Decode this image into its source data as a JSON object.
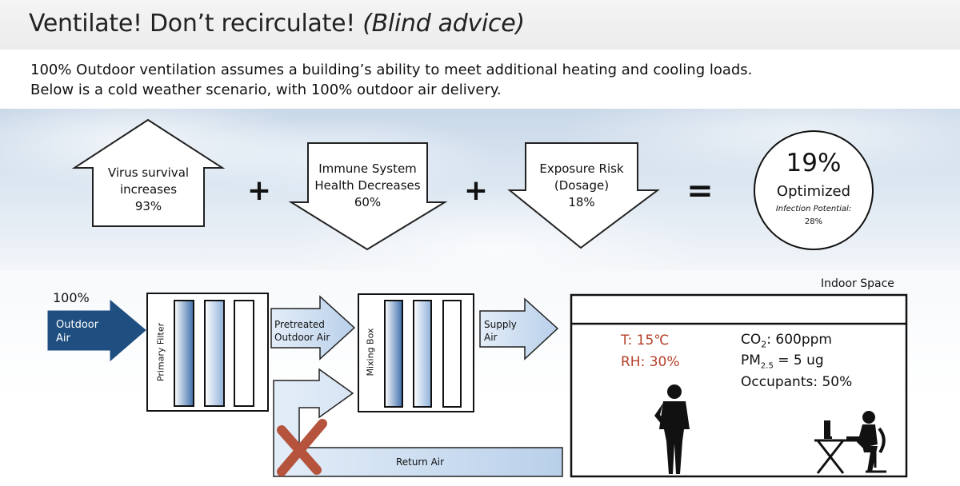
{
  "slide": {
    "title_main": "Ventilate! Don’t recirculate!",
    "title_sub": "(Blind advice)",
    "intro_line1": "100% Outdoor ventilation assumes a building’s ability to meet additional heating and cooling loads.",
    "intro_line2": "Below is a cold weather scenario, with 100% outdoor air delivery."
  },
  "equation": {
    "virus_line1": "Virus survival",
    "virus_line2": "increases",
    "virus_value": "93%",
    "plus1": "+",
    "immune_line1": "Immune System",
    "immune_line2": "Health Decreases",
    "immune_value": "60%",
    "plus2": "+",
    "exposure_line1": "Exposure Risk",
    "exposure_line2": "(Dosage)",
    "exposure_value": "18%",
    "equals": "=",
    "result_value": "19%",
    "result_label": "Optimized",
    "result_sub": "Infection Potential:",
    "result_sub_value": "28%"
  },
  "hvac": {
    "outdoor_pct": "100%",
    "outdoor_line1": "Outdoor",
    "outdoor_line2": "Air",
    "primary_filter": "Primary Filter",
    "pretreated_line1": "Pretreated",
    "pretreated_line2": "Outdoor Air",
    "mixing_box": "Mixing Box",
    "supply_line1": "Supply",
    "supply_line2": "Air",
    "return_air": "Return Air",
    "indoor_space": "Indoor Space",
    "temp": "T: 15℃",
    "rh": "RH: 30%",
    "co2_prefix": "CO",
    "co2_sub": "2",
    "co2_suffix": ": 600ppm",
    "pm_prefix": "PM",
    "pm_sub": "2.5",
    "pm_suffix": " = 5 ug",
    "occupants": "Occupants: 50%"
  },
  "colors": {
    "navy_arrow": "#1f4e80",
    "light_arrow": "#cfe0f3",
    "filter_blue": "#3d6eaa",
    "cross_red": "#b5533c",
    "temp_red": "#b4402a"
  }
}
